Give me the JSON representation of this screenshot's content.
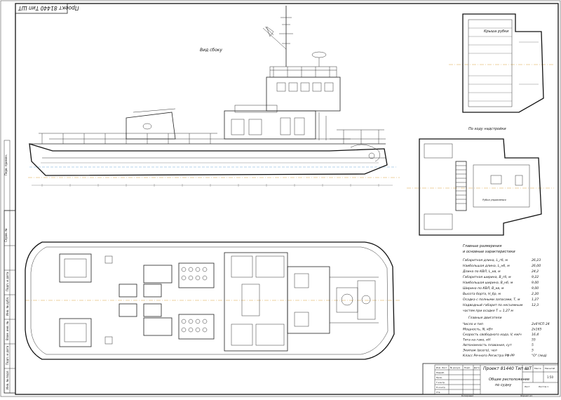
{
  "stamp_title": "Проект 81440 Тип ШТ",
  "views": {
    "side": "Вид сбоку",
    "roof": "Крыша рубки",
    "superstructure": "По ходу надстройки",
    "wheelhouse": "Рубка управления"
  },
  "specs": {
    "heading_line1": "Главные размерения",
    "heading_line2": "и основные характеристики",
    "rows": [
      {
        "label": "Габаритная длина, L_гб, м",
        "value": "26,23"
      },
      {
        "label": "Наибольшая длина, L_нб, м",
        "value": "26,00"
      },
      {
        "label": "Длина по КВЛ, L_кв, м",
        "value": "24,2"
      },
      {
        "label": "Габаритная ширина, В_гб, м",
        "value": "9,22"
      },
      {
        "label": "Наибольшая ширина, В_нб, м",
        "value": "9,00"
      },
      {
        "label": "Ширина по КВЛ, В_кв, м",
        "value": "9,00"
      },
      {
        "label": "Высота борта, H_бр, м",
        "value": "2,20"
      },
      {
        "label": "Осадка с полными запасами, Т, м",
        "value": "1,27"
      },
      {
        "label": "Надводный габарит по несъемным",
        "value": "12,3"
      },
      {
        "label": "частям при осадке Т = 1,27 м",
        "value": ""
      }
    ],
    "engines_heading": "Главные двигатели",
    "engine_rows": [
      {
        "label": "Число и тип",
        "value": "2х6ЧСП 24"
      },
      {
        "label": "Мощность, N, кВт",
        "value": "2х165"
      },
      {
        "label": "Скорость свободного хода, V, км/ч",
        "value": "16,4"
      },
      {
        "label": "Тяга на гаке, кН",
        "value": "55"
      },
      {
        "label": "Автономность плавания, сут",
        "value": "5"
      },
      {
        "label": "Экипаж (всего), чел",
        "value": "5"
      },
      {
        "label": "Класс Речного Регистра РФ-РР",
        "value": "\"О\" (лед)"
      }
    ]
  },
  "title_block": {
    "project": "Проект 81440 Тип ШТ",
    "subtitle_line1": "Общее расположение",
    "subtitle_line2": "по судну",
    "col_headers": [
      "Изм",
      "Лист",
      "№ докум.",
      "Подп.",
      "Дата"
    ],
    "roles": [
      "Разраб.",
      "Пров.",
      "Т.контр.",
      "",
      "Н.контр.",
      "Утв."
    ],
    "lit_label": "Лит.",
    "mass_label": "Масса",
    "scale_label": "Масштаб",
    "scale": "1:50",
    "sheet_label": "Лист",
    "sheets_label": "Листов 1",
    "copied": "Копировал",
    "format": "Формат А1"
  },
  "left_strip": [
    "Инв. № подл.",
    "Подп. и дата",
    "Взам. инв. №",
    "Инв. № дубл.",
    "Подп. и дата",
    "Справ. №",
    "Перв. примен."
  ]
}
